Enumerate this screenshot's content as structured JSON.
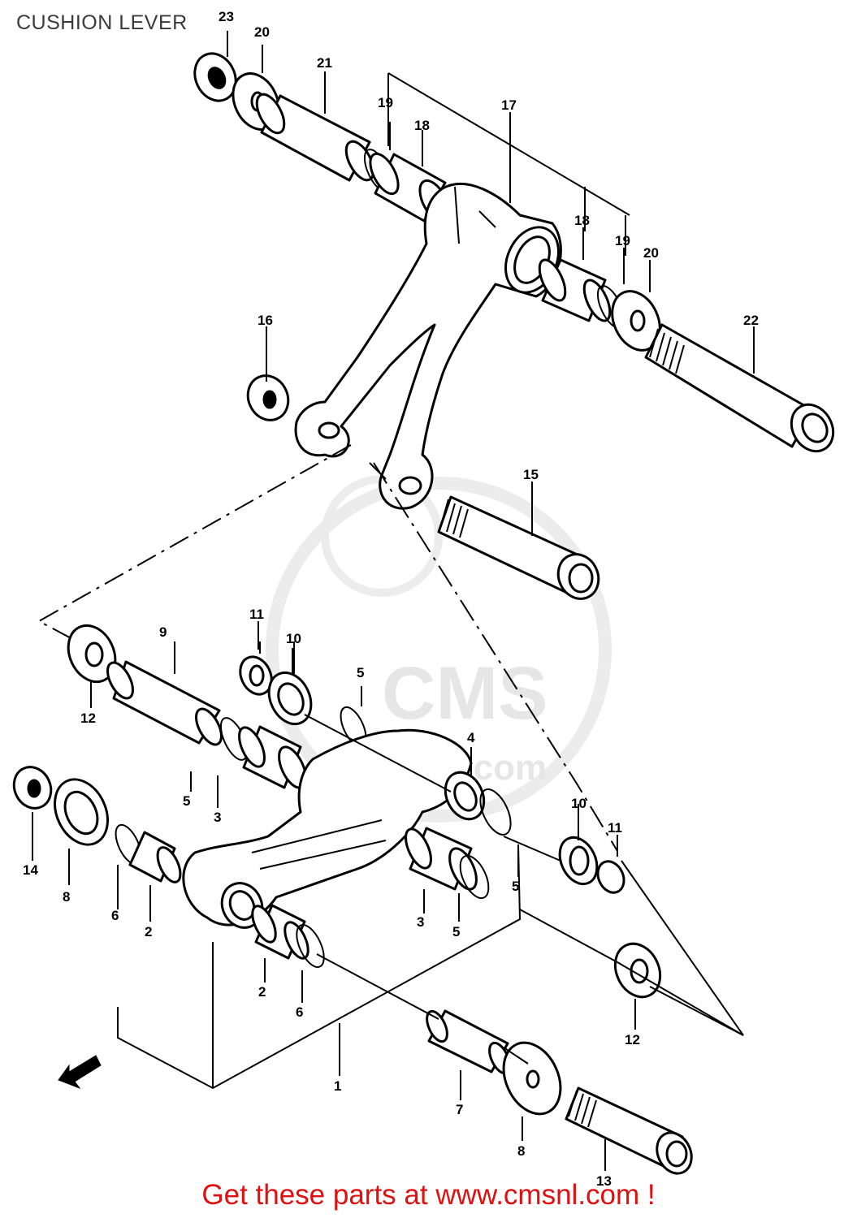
{
  "diagram": {
    "title": "CUSHION LEVER",
    "callouts": {
      "c23": "23",
      "c20a": "20",
      "c21": "21",
      "c19a": "19",
      "c18a": "18",
      "c17": "17",
      "c18b": "18",
      "c19b": "19",
      "c20b": "20",
      "c22": "22",
      "c16": "16",
      "c15": "15",
      "c11a": "11",
      "c10a": "10",
      "c9": "9",
      "c12a": "12",
      "c5a": "5",
      "c4": "4",
      "c5b": "5",
      "c3a": "3",
      "c10b": "10",
      "c11b": "11",
      "c14": "14",
      "c8a": "8",
      "c6a": "6",
      "c2a": "2",
      "c3b": "3",
      "c5c": "5",
      "c5d": "5",
      "c2b": "2",
      "c6b": "6",
      "c12b": "12",
      "c1": "1",
      "c7": "7",
      "c8b": "8",
      "c13": "13"
    }
  },
  "watermark": {
    "brand": "CMS",
    "url": "www.cmsnl.com"
  },
  "footer": {
    "link_text": "Get these parts at www.cmsnl.com !",
    "link_color": "#e01010"
  },
  "colors": {
    "line": "#000000",
    "watermark": "#e6e6e6",
    "title": "#3a3a3a"
  }
}
